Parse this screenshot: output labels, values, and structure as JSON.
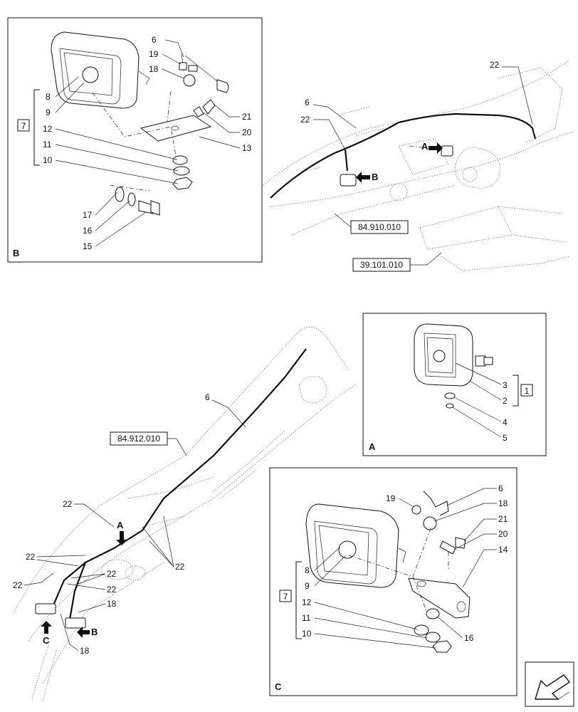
{
  "panels": {
    "B": {
      "letter": "B",
      "group_box": "7",
      "labels": [
        "6",
        "19",
        "18",
        "8",
        "9",
        "12",
        "11",
        "10",
        "21",
        "20",
        "13",
        "17",
        "16",
        "15"
      ]
    },
    "A": {
      "letter": "A",
      "group_box": "1",
      "labels": [
        "3",
        "2",
        "4",
        "5"
      ]
    },
    "C": {
      "letter": "C",
      "group_box": "7",
      "labels": [
        "19",
        "6",
        "18",
        "21",
        "20",
        "14",
        "8",
        "9",
        "12",
        "11",
        "10",
        "16"
      ]
    }
  },
  "overview_top": {
    "labels": [
      "6",
      "22",
      "22"
    ],
    "refs": [
      "84.910.010",
      "39.101.010"
    ],
    "arrows": [
      "A",
      "B"
    ]
  },
  "overview_bottom": {
    "labels": [
      "6",
      "22",
      "22",
      "22",
      "22",
      "22",
      "22",
      "18",
      "18"
    ],
    "refs": [
      "84.912.010"
    ],
    "arrows": [
      "A",
      "C",
      "B"
    ]
  }
}
